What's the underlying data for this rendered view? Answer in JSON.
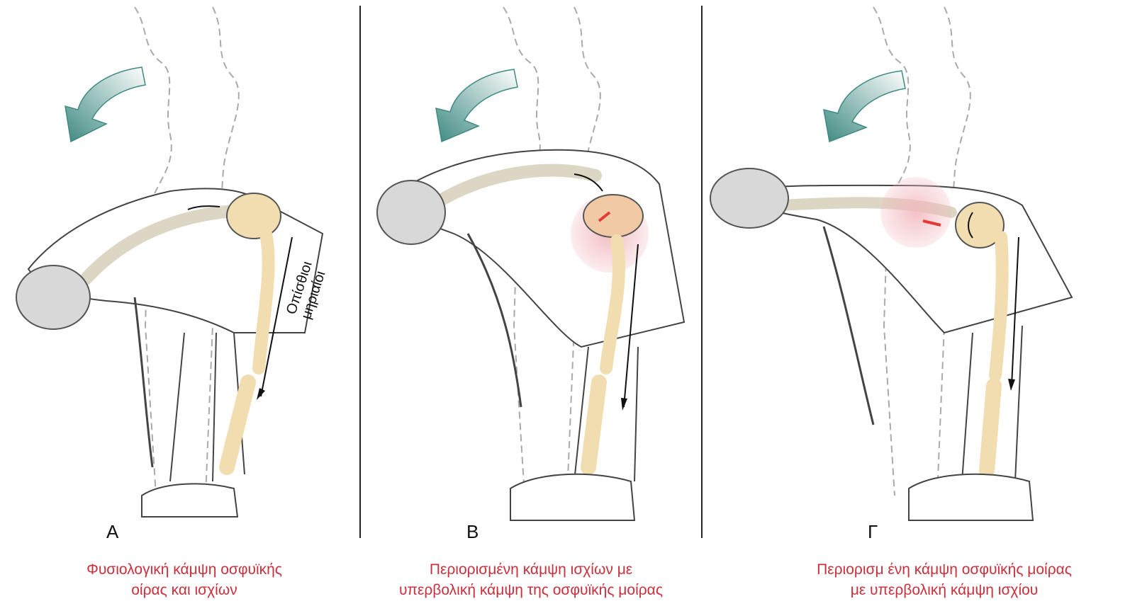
{
  "panels": [
    {
      "letter": "A",
      "caption_line1": "Φυσιολογική κάμψη οσφυϊκής",
      "caption_line2": "οίρας και ισχίων",
      "muscle_label_line1": "Οπίσθιοι",
      "muscle_label_line2": "μηριαίοι"
    },
    {
      "letter": "B",
      "caption_line1": "Περιορισμένη κάμψη ισχίων με",
      "caption_line2": "υπερβολική κάμψη της οσφυϊκής μοίρας"
    },
    {
      "letter": "Γ",
      "caption_line1": "Περιορισμ ένη κάμψη οσφυϊκής μοίρας",
      "caption_line2": "με υπερβολική κάμψη ισχίου"
    }
  ],
  "colors": {
    "caption": "#c9303c",
    "arrow": "#3f8a82",
    "bone": "#f2ddb0",
    "pelvis_b": "#f1c9a4",
    "highlight": "#f2b7bd",
    "red_arrow": "#e53935",
    "outline": "#444444",
    "ghost": "#aaaaaa"
  }
}
